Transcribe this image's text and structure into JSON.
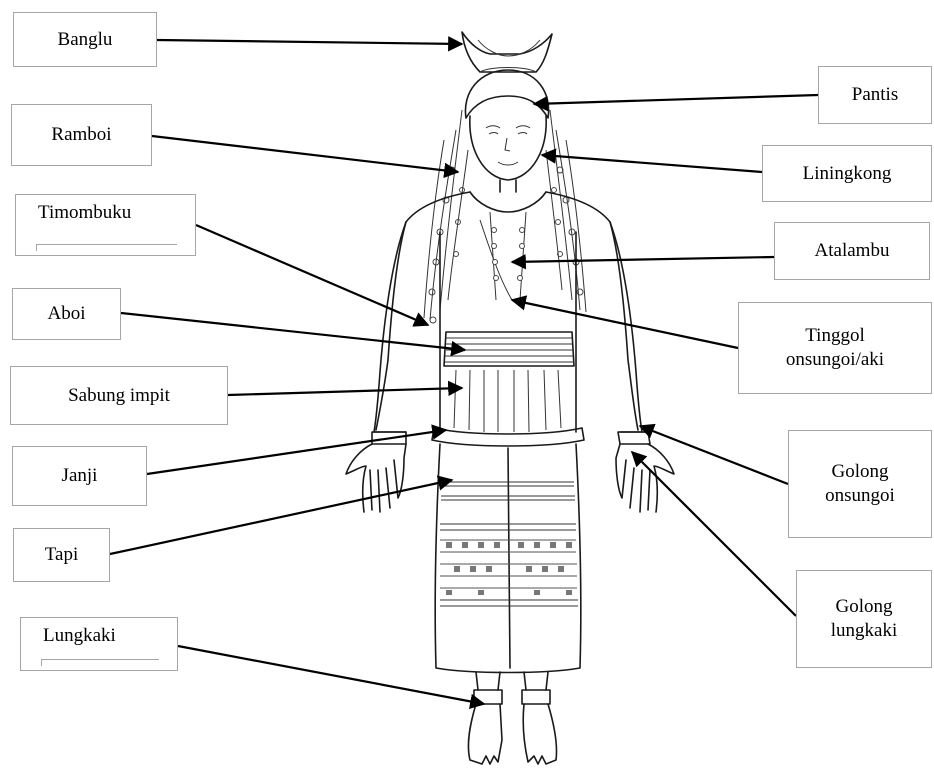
{
  "labels": [
    {
      "id": "banglu",
      "text": "Banglu"
    },
    {
      "id": "ramboi",
      "text": "Ramboi"
    },
    {
      "id": "timombuku",
      "text": "Timombuku"
    },
    {
      "id": "aboi",
      "text": "Aboi"
    },
    {
      "id": "sabung-impit",
      "text": "Sabung impit"
    },
    {
      "id": "janji",
      "text": "Janji"
    },
    {
      "id": "tapi",
      "text": "Tapi"
    },
    {
      "id": "lungkaki",
      "text": "Lungkaki"
    },
    {
      "id": "pantis",
      "text": "Pantis"
    },
    {
      "id": "liningkong",
      "text": "Liningkong"
    },
    {
      "id": "atalambu",
      "text": "Atalambu"
    },
    {
      "id": "tinggol-onsungoi-aki",
      "text": "Tinggol\nonsungoi/aki"
    },
    {
      "id": "golong-onsungoi",
      "text": "Golong\nonsungoi"
    },
    {
      "id": "golong-lungkaki",
      "text": "Golong\nlungkaki"
    }
  ],
  "colors": {
    "box_border": "#a6a6a6",
    "leader_line": "#000000",
    "figure_line": "#1a1a1a"
  }
}
